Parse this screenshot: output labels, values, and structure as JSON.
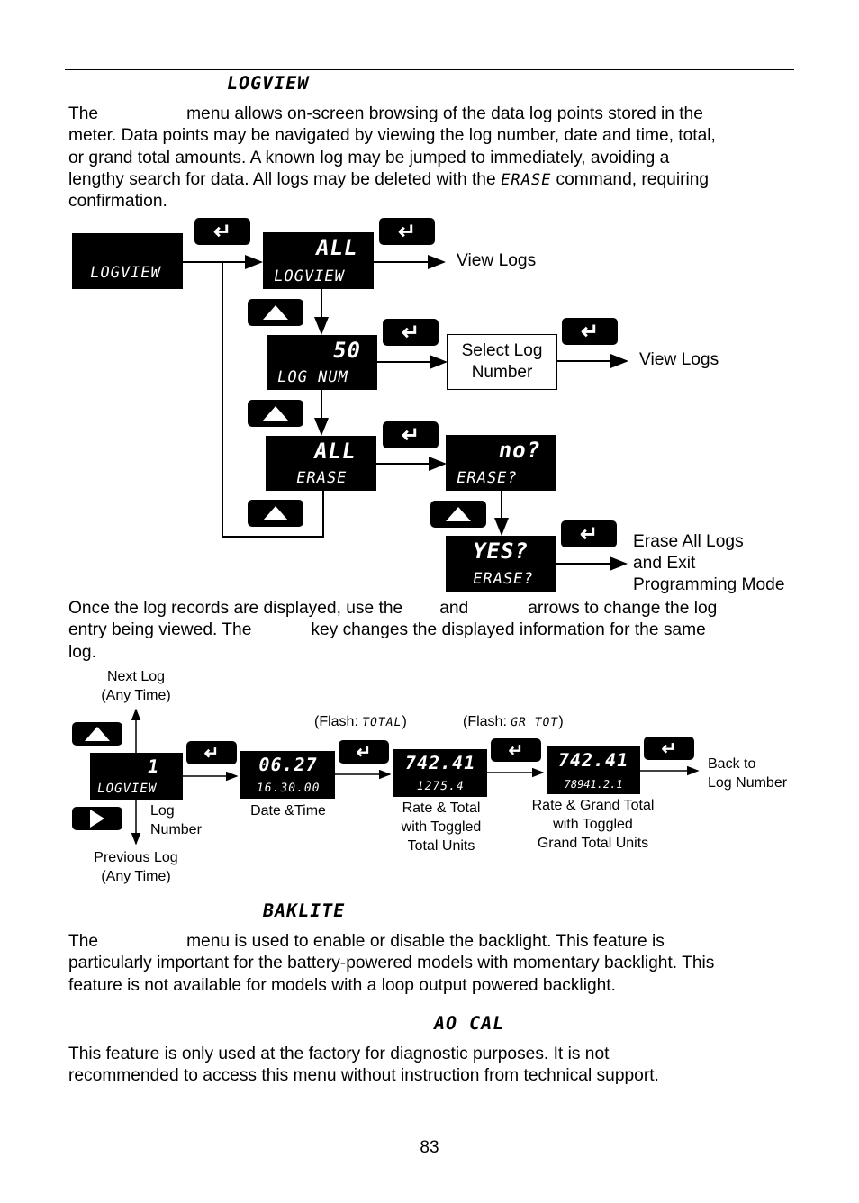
{
  "section1": {
    "header_code": "LOGVIEW",
    "para_lines": [
      [
        "The",
        "menu allows on-screen browsing of the data log points stored in the"
      ],
      "meter. Data points may be navigated by viewing the log number, date and time, total,",
      "or grand total amounts. A known log may be jumped to immediately, avoiding a",
      [
        "lengthy search for data. All logs may be deleted with the",
        "ERASE",
        "command, requiring"
      ],
      "confirmation."
    ]
  },
  "diagram1": {
    "displays": {
      "logview": {
        "bottom": "LOGVIEW"
      },
      "all_logview": {
        "top": "ALL",
        "bottom": "LOGVIEW"
      },
      "log_num": {
        "top": "50",
        "bottom": "LOG NUM"
      },
      "all_erase": {
        "top": "ALL",
        "bottom": "ERASE"
      },
      "no_erase": {
        "top": "no?",
        "bottom": "ERASE?"
      },
      "yes_erase": {
        "top": "YES?",
        "bottom": "ERASE?"
      }
    },
    "view_logs_1": "View Logs",
    "view_logs_2": "View Logs",
    "select_log_line1": "Select Log",
    "select_log_line2": "Number",
    "erase_result": [
      "Erase All Logs",
      "and Exit",
      "Programming Mode"
    ],
    "enter_glyph": "↵"
  },
  "section1b": {
    "line1a": "Once the log records are displayed, use the",
    "line1b": "and",
    "line1c": "arrows to change the log",
    "line2a": "entry being viewed. The",
    "line2b": "key changes the displayed information for the same",
    "line3": "log."
  },
  "diagram2": {
    "next_log": [
      "Next Log",
      "(Any Time)"
    ],
    "previous_log": [
      "Previous Log",
      "(Any Time)"
    ],
    "log_number": [
      "Log",
      "Number"
    ],
    "flash1_label": "(Flash:",
    "flash1_code": "TOTAL",
    "flash1_close": ")",
    "flash2_label": "(Flash:",
    "flash2_code": "GR TOT",
    "flash2_close": ")",
    "displays": {
      "d1": {
        "top": "1",
        "bottom": "LOGVIEW"
      },
      "d2": {
        "top": "06.27",
        "bottom": "16.30.00"
      },
      "d3": {
        "top": "742.41",
        "bottom": "1275.4"
      },
      "d4": {
        "top": "742.41",
        "bottom": "78941.2.1"
      }
    },
    "captions": {
      "date_time": "Date &Time",
      "rate_total": [
        "Rate & Total",
        "with Toggled",
        "Total Units"
      ],
      "rate_grand": [
        "Rate & Grand Total",
        "with Toggled",
        "Grand Total Units"
      ],
      "back_to": [
        "Back to",
        "Log Number"
      ]
    }
  },
  "section2": {
    "header_code": "BAKLITE",
    "lines": [
      [
        "The",
        "menu is used to enable or disable the backlight. This feature is"
      ],
      "particularly important for the battery-powered models with momentary backlight. This",
      "feature is not available for models with a loop output powered backlight."
    ]
  },
  "section3": {
    "header_code": "AO CAL",
    "lines": [
      "This feature is only used at the factory for diagnostic purposes. It is not",
      "recommended to access this menu without instruction from technical support."
    ]
  },
  "page_number": "83"
}
